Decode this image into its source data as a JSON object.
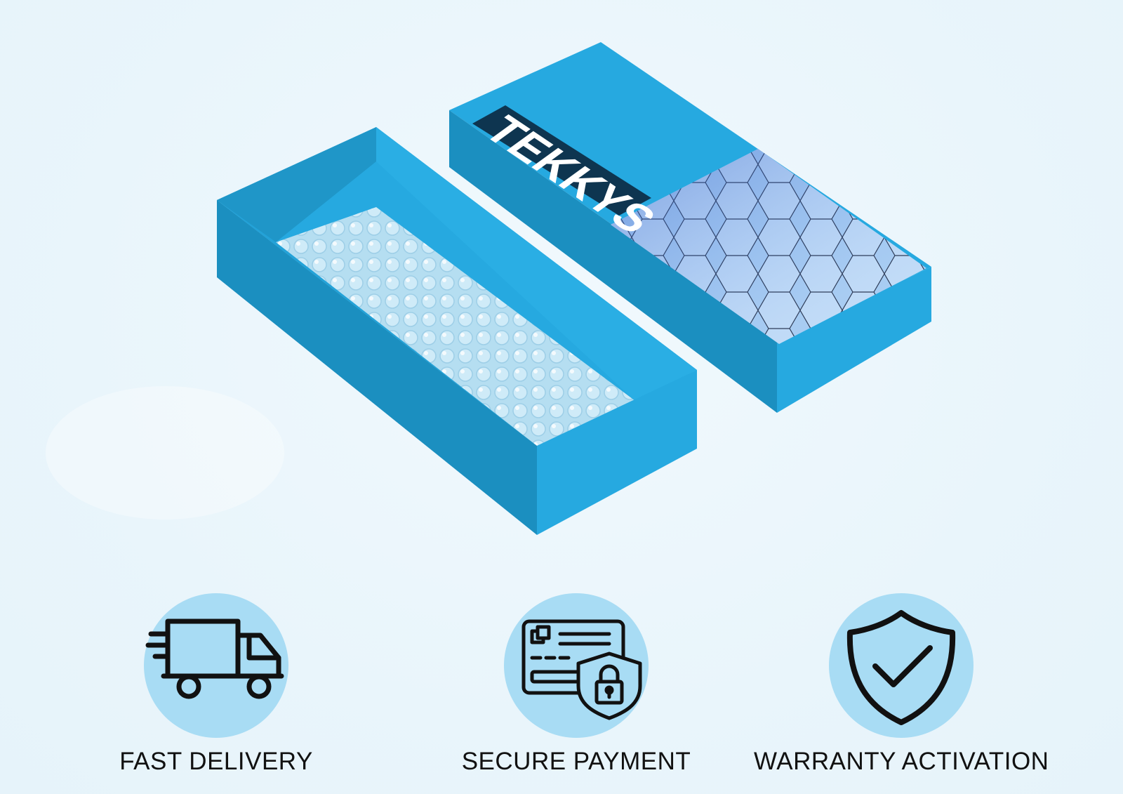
{
  "brand": {
    "logo_text": "TEKKYS"
  },
  "colors": {
    "box_main": "#26a9e0",
    "box_dark": "#1b8fc0",
    "logo_bg": "#0e3550",
    "icon_circle": "#a8dcf4",
    "background": "#eaf6fb"
  },
  "features": [
    {
      "label": "FAST DELIVERY",
      "icon": "truck-icon"
    },
    {
      "label": "SECURE PAYMENT",
      "icon": "secure-card-icon"
    },
    {
      "label": "WARRANTY ACTIVATION",
      "icon": "shield-check-icon"
    }
  ]
}
